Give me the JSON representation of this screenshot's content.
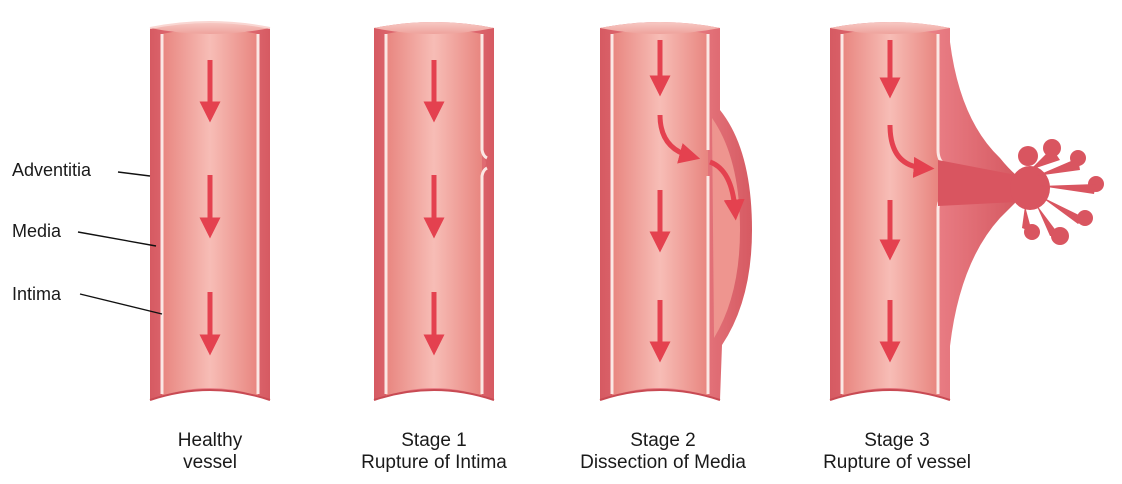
{
  "layer_labels": {
    "adventitia": "Adventitia",
    "media": "Media",
    "intima": "Intima"
  },
  "captions": [
    {
      "line1": "Healthy",
      "line2": "vessel"
    },
    {
      "line1": "Stage 1",
      "line2": "Rupture of Intima"
    },
    {
      "line1": "Stage 2",
      "line2": "Dissection of Media"
    },
    {
      "line1": "Stage 3",
      "line2": "Rupture of vessel"
    }
  ],
  "colors": {
    "wall": "#e06b72",
    "wall_dark": "#cf545c",
    "lumen": "#f2a6a3",
    "intima_line": "#fbe7e4",
    "arrow": "#e4414f",
    "blood": "#d95560",
    "label_line": "#111111"
  }
}
